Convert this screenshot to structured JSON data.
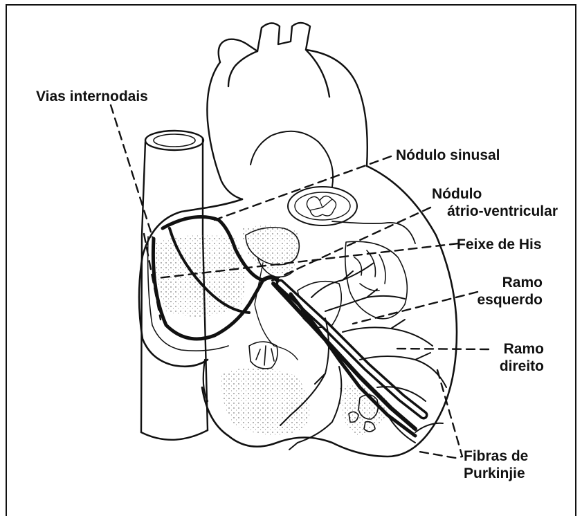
{
  "labels": {
    "vias_internodais": "Vias internodais",
    "nodulo_sinusal": "Nódulo sinusal",
    "nodulo_av_line1": "Nódulo",
    "nodulo_av_line2": "átrio-ventricular",
    "feixe_his": "Feixe de His",
    "ramo_esquerdo_line1": "Ramo",
    "ramo_esquerdo_line2": "esquerdo",
    "ramo_direito_line1": "Ramo",
    "ramo_direito_line2": "direito",
    "fibras_line1": "Fibras de",
    "fibras_line2": "Purkinjie"
  }
}
